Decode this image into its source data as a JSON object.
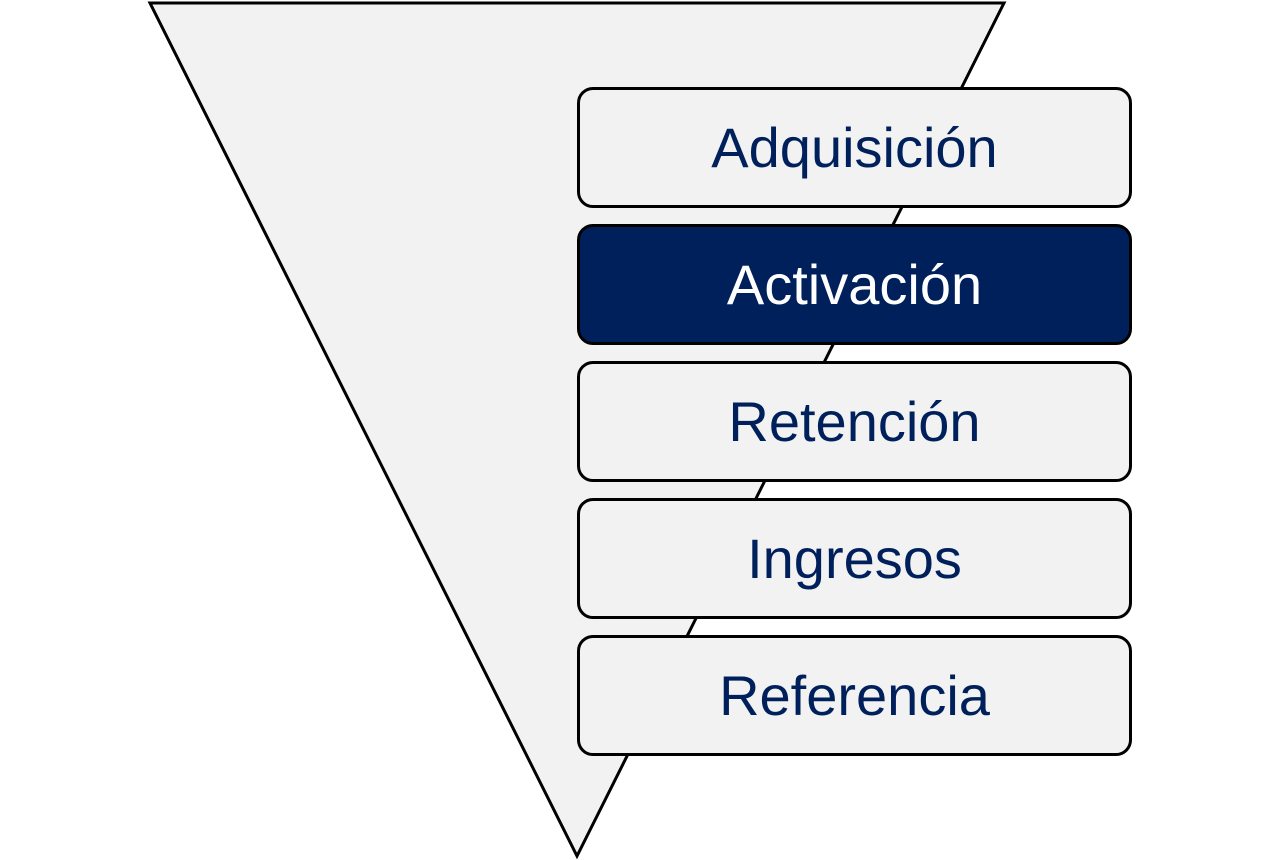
{
  "diagram": {
    "type": "funnel",
    "colors": {
      "funnel_fill": "#f2f2f2",
      "outline": "#000000",
      "box_fill": "#f2f2f2",
      "text": "#00205b",
      "active_fill": "#00205b",
      "active_text": "#ffffff"
    },
    "stages": [
      {
        "label": "Adquisición",
        "active": false
      },
      {
        "label": "Activación",
        "active": true
      },
      {
        "label": "Retención",
        "active": false
      },
      {
        "label": "Ingresos",
        "active": false
      },
      {
        "label": "Referencia",
        "active": false
      }
    ]
  }
}
